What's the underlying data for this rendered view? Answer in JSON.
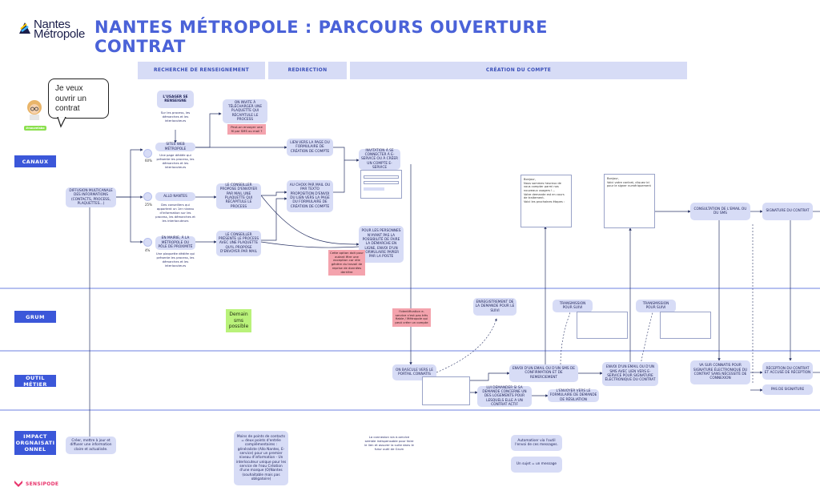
{
  "header": {
    "logo_line1": "Nantes",
    "logo_line2": "Métropole",
    "title": "NANTES MÉTROPOLE : PARCOURS OUVERTURE CONTRAT"
  },
  "phases": [
    "RECHERCHE DE RENSEIGNEMENT",
    "REDIRECTION",
    "CRÉATION DU COMPTE",
    ""
  ],
  "persona": {
    "quote": "Je veux ouvrir un contrat",
    "tag": "#nouvelabo"
  },
  "lanes": [
    "CANAUX",
    "GRUM",
    "OUTIL MÉTIER",
    "IMPACT ORGANISATIONNEL"
  ],
  "lane_impact_lines": [
    "IMPACT",
    "ORGNAISATI",
    "ONNEL"
  ],
  "canaux": {
    "diffusion": "DIFFUSION MULTICANALE DES INFORMATIONS (CONTACTS, PROCESS, PLAQUETTES…)",
    "usager": "L'USAGER SE RENSEIGNE",
    "usager_note": "Sur les process, les démarches et les interlocuteurs",
    "site_web": "SITES WEB MÉTROPOLE",
    "site_web_note": "Une page dédiée qui présente les process, les démarches et les interlocuteurs",
    "pct_web": "60%",
    "allo": "ALLO NANTES",
    "allo_note": "Des conseillers qui apportent un 1er niveau d'information sur les process, les démarches et les interlocuteurs",
    "pct_allo": "25%",
    "mairie": "EN MAIRIE, À LA MÉTROPOLE OU PÔLE DE PROXIMITÉ",
    "mairie_note": "Une plaquette dédiée qui présente les process, les démarches et les interlocuteurs",
    "pct_mairie": "4%",
    "invite_telecharger": "ON INVITE À TÉLÉCHARGER UNE PLAQUETTE QUI RÉCAPITULE LE PROCESS",
    "red_envoyer": "Peut-on envoyer une fil par SMS ou mail ?",
    "conseiller_propose": "LE CONSEILLER PROPOSE D'ENVOYER PAR MAIL UNE PLAQUETTE QUI RÉCAPITULE LE PROCESS",
    "conseiller_presente": "LE CONSEILLER PRÉSENTE LE PROCESS AVEC UNE PLAQUETTE QU'IL PROPOSE D'ENVOYER PAR MAIL",
    "lien_page": "LIEN VERS LA PAGE DU FORMULAIRE DE CRÉATION DE COMPTE",
    "au_choix": "AU CHOIX PAR MAIL OU PAR TEXTO PROPOSITION D'ENVOI DU LIEN VERS LA PAGE DU FORMULAIRE DE CRÉATION DE COMPTE",
    "invitation": "INVITATION À SE CONNECTER À E-SERVICE OU À CRÉER UN COMPTE E-SERVICE",
    "personnes": "POUR LES PERSONNES N'AYANT PAS LA POSSIBILITÉ DE FAIRE LA DÉMARCHE EN LIGNE, ENVOI D'UN FORMULAIRE PAPIER PAR LA POSTE",
    "red_option": "Cette option doit pour autant être une exception car elle génère du travail de reprise de données derrière",
    "mail1": "Bonjour,\nNous sommes heureux de vous compter parmi nos nouveaux usagers !...\nVotre demande est en cours de traitement.\nVoici les prochaines étapes :",
    "mail2": "Bonjour,\nVoici votre contrat, cliquez ici pour le signer numériquement",
    "consultation": "CONSULTATION DE L'EMAIL OU DU SMS",
    "signature": "SIGNATURE DU CONTRAT"
  },
  "grum": {
    "demain_sms": "Demain sms possible",
    "red_identification": "l'identification e-service n'est pas très fiable / Métropole qui peut créer un compte",
    "enregistrement": "ENREGISTREMENT DE LA DEMANDE POUR LE SUIVI",
    "transmission1": "TRANSMISSION POUR SUIVI",
    "transmission2": "TRANSMISSION POUR SUIVI"
  },
  "outil": {
    "bascule": "ON BASCULE VERS LE PORTAIL CONNATIS",
    "envoi_email": "ENVOI D'UN EMAIL OU D'UN SMS DE CONFIRMATION ET DE REMERCIEMENT",
    "demander": "LUI DEMANDER SI SA DEMANDE CONCERNE UN DES LOGEMENTS POUR LESQUELS ELLE A UN CONTRAT ACTIF",
    "envoyer_lien": "L'ENVOYER VERS LE FORMULAIRE DE DEMANDE DE RÉSILIATION",
    "envoi_email2": "ENVOI D'UN EMAIL OU D'UN SMS AVEC LIEN VERS E-SERVICE POUR SIGNATURE ÉLECTRONIQUE DU CONTRAT",
    "va_sur": "VA SUR CONNATIS POUR SIGNATURE ÉLECTRONIQUE DU CONTRAT SANS NÉCESSITÉ DE CONNEXION",
    "reception": "RÉCEPTION DU CONTRAT ET ACCUSÉ DE RÉCEPTION",
    "pas_signature": "PAS DE SIGNATURE"
  },
  "impact": {
    "creer": "Créer, mettre à jour et diffuser une information claire et actualisée.",
    "moins_points": "Moins de points de contacts = deux points d'entrée complémentaires : généraliste (Allo Nantes, E-service) pour un premier niveau d'information - Un interlocuteur unique pour les service de l'eau Création d'une marque (O)Nantes (souhaitable mais pas obligatoire)",
    "connexion": "La connexion via e-service semble indispensable pour faire le lien et assurer la suite dans le futur outil de Grum",
    "automatisation": "Automatiser via l'outil l'envoi de ces messages.",
    "un_sujet": "Un sujet = un message"
  },
  "footer": {
    "brand": "SENSIPODE"
  },
  "colors": {
    "title": "#4a62d8",
    "lane": "#3b57d9",
    "box": "#d7dcf6",
    "red": "#f4a3ad",
    "green": "#b9f27a",
    "line": "#2a3466"
  }
}
